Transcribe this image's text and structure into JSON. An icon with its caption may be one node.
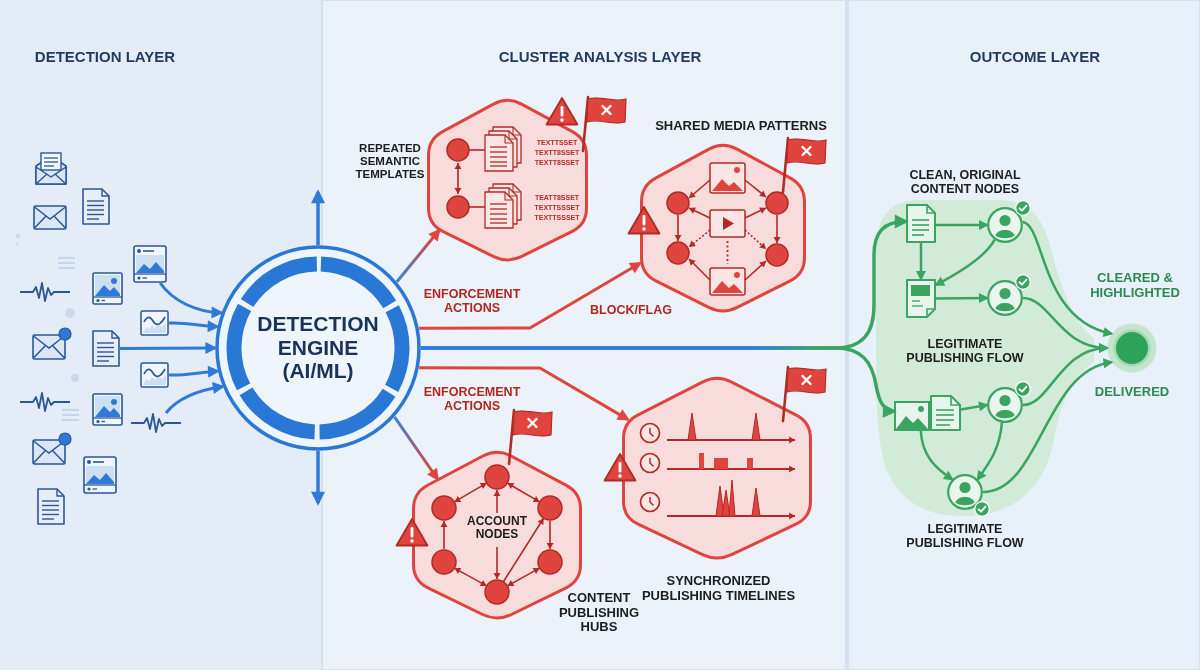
{
  "diagram": {
    "nodes": [
      {
        "text": [
          "DETECTION ENGINE (AI/ML)"
        ]
      },
      {
        "text": [
          "REPEATED SEMANTIC TEMPLATES",
          "TEXTTSSET TEXTT8SSET TEXTT8SSET",
          "TEATT8SSET TEXTTSSSET TEXTTSSSET"
        ]
      },
      {
        "text": [
          "SHARED MEDIA PATTERNS"
        ]
      },
      {
        "text": [
          "ACCOUNT NODES",
          "CONTENT PUBLISHING HUBS"
        ]
      },
      {
        "text": [
          "SYNCHRONIZED PUBLISHING TIMELINES"
        ]
      },
      {
        "text": [
          "CLEAN, ORIGINAL CONTENT NODES",
          "LEGITIMATE PUBLISHING FLOW"
        ]
      },
      {
        "text": [],
        "shape": "picture",
        "in": 5
      },
      {
        "text": [],
        "shape": "person",
        "in": 5
      },
      {
        "text": [],
        "shape": "picture",
        "in": 5
      },
      {
        "text": [],
        "shape": "person",
        "in": 5
      },
      {
        "text": [],
        "shape": "picture",
        "in": 5
      },
      {
        "text": [],
        "shape": "person",
        "in": 5
      },
      {
        "text": [],
        "shape": "person",
        "in": 5,
        "beside": [
          "LEGITIMATE PUBLISHING FLOW"
        ]
      },
      {
        "text": [
          "CLEARED & HIGHLIGHTED",
          "DELIVERED"
        ]
      },
      {
        "text": [],
        "shape": "picture"
      },
      {
        "text": [],
        "shape": "picture"
      },
      {
        "text": [],
        "shape": "picture"
      },
      {
        "text": [],
        "shape": "picture"
      },
      {
        "text": [],
        "shape": "picture"
      }
    ],
    "edges": [
      {
        "from": 14,
        "to": 0,
        "arrow": "to",
        "color": "#2f7ad8"
      },
      {
        "from": 15,
        "to": 0,
        "arrow": "to",
        "color": "#2f7ad8"
      },
      {
        "from": 16,
        "to": 0,
        "arrow": "to",
        "color": "#2f7ad8"
      },
      {
        "from": 17,
        "to": 0,
        "arrow": "to",
        "color": "#2f7ad8"
      },
      {
        "from": 18,
        "to": 0,
        "arrow": "to",
        "color": "#2f7ad8"
      },
      {
        "from": 0,
        "to": null,
        "arrow": "to",
        "color": "#2f7ad8"
      },
      {
        "from": 0,
        "to": null,
        "arrow": "to",
        "color": "#2f7ad8"
      },
      {
        "from": 0,
        "to": 1,
        "arrow": "to",
        "color": "#e0443e"
      },
      {
        "from": 0,
        "to": 2,
        "arrow": "to",
        "color": "#e0443e",
        "label": "BLOCK/FLAG"
      },
      {
        "from": 0,
        "to": 3,
        "arrow": "to",
        "color": "#e0443e"
      },
      {
        "from": 0,
        "to": 4,
        "arrow": "to",
        "color": "#e0443e"
      },
      {
        "from": 0,
        "to": 6,
        "arrow": "to"
      },
      {
        "from": 0,
        "to": 10,
        "arrow": "to"
      },
      {
        "from": 6,
        "to": 7,
        "arrow": "to"
      },
      {
        "from": 6,
        "to": 8,
        "arrow": "to"
      },
      {
        "from": 7,
        "to": 8,
        "arrow": "to"
      },
      {
        "from": 8,
        "to": 9,
        "arrow": "to"
      },
      {
        "from": 10,
        "to": 11,
        "arrow": "to"
      },
      {
        "from": 10,
        "to": 12,
        "arrow": "to"
      },
      {
        "from": 11,
        "to": 12,
        "arrow": "to"
      },
      {
        "from": 7,
        "to": 13,
        "arrow": "to"
      },
      {
        "from": 9,
        "to": 13,
        "arrow": "to"
      },
      {
        "from": 11,
        "to": 13,
        "arrow": "to"
      },
      {
        "from": 12,
        "to": 13,
        "arrow": "to"
      }
    ],
    "labels": [
      "DETECTION LAYER",
      "CLUSTER ANALYSIS LAYER",
      "OUTCOME LAYER",
      "ENFORCEMENT ACTIONS",
      "ENFORCEMENT ACTIONS"
    ]
  }
}
